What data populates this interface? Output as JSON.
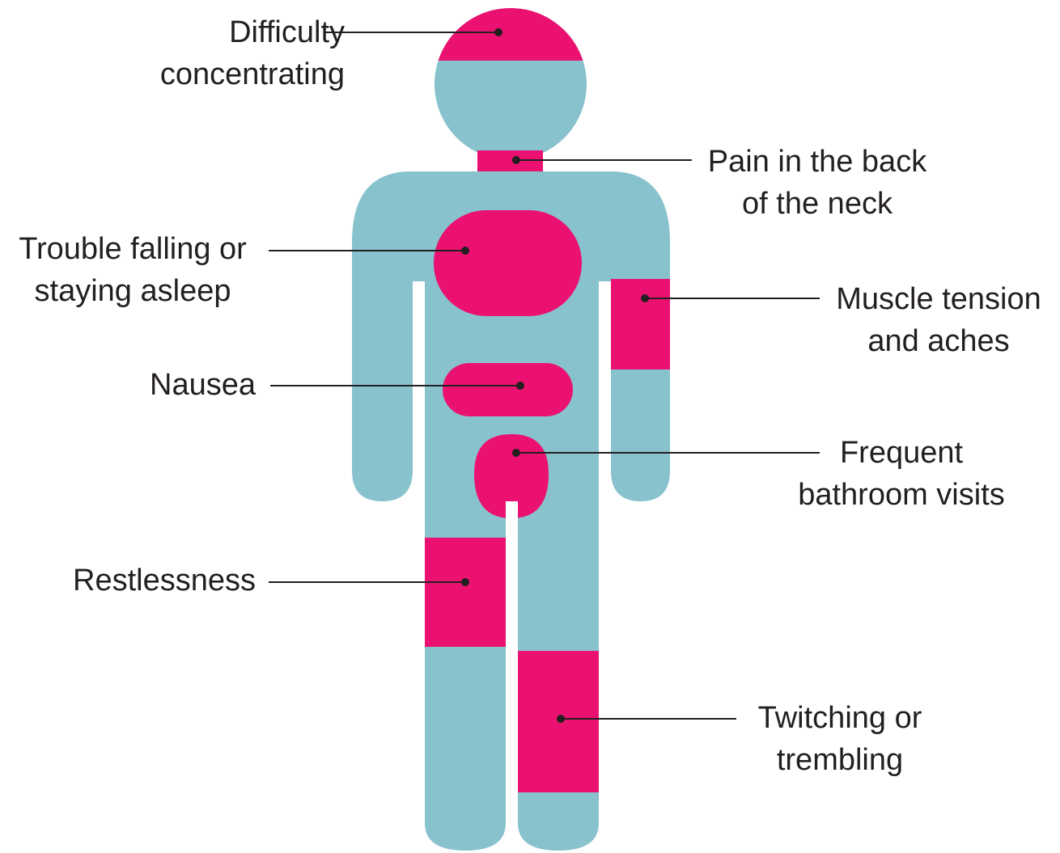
{
  "colors": {
    "body": "#88c2cd",
    "highlight": "#eb1170",
    "line": "#231f20",
    "text": "#231f20",
    "background": "#ffffff"
  },
  "symptoms": [
    {
      "id": "concentration",
      "lines": [
        "Difficulty",
        "concentrating"
      ]
    },
    {
      "id": "neck",
      "lines": [
        "Pain in the back",
        "of the neck"
      ]
    },
    {
      "id": "sleep",
      "lines": [
        "Trouble falling or",
        "staying asleep"
      ]
    },
    {
      "id": "muscle",
      "lines": [
        "Muscle tension",
        "and aches"
      ]
    },
    {
      "id": "nausea",
      "lines": [
        "Nausea"
      ]
    },
    {
      "id": "bathroom",
      "lines": [
        "Frequent",
        "bathroom visits"
      ]
    },
    {
      "id": "restlessness",
      "lines": [
        "Restlessness"
      ]
    },
    {
      "id": "twitching",
      "lines": [
        "Twitching or",
        "trembling"
      ]
    }
  ]
}
